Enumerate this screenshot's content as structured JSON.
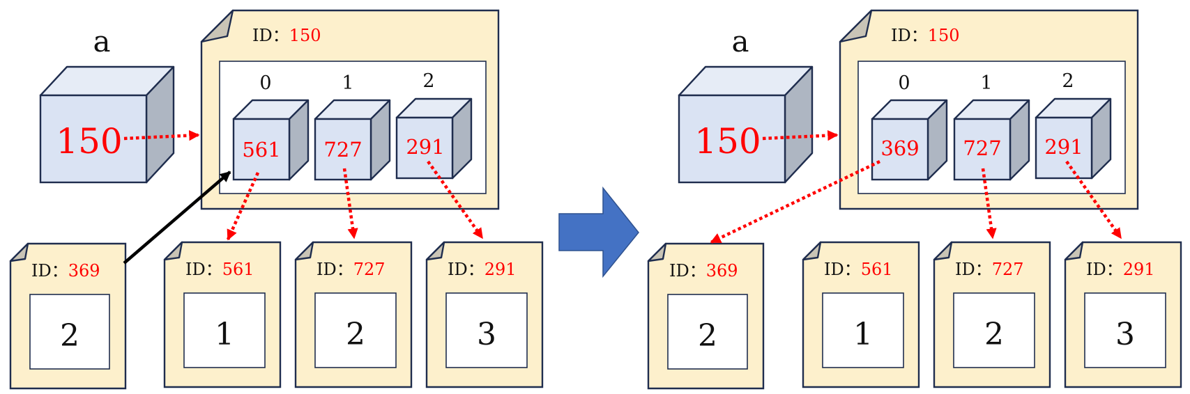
{
  "colors": {
    "document_fill": "#fdf0cc",
    "cube_fill": "#dae3f3",
    "reference_arrow": "#ff0000",
    "transition_arrow": "#4472c4"
  },
  "icons": [
    "cube-icon",
    "document-icon",
    "block-arrow-right-icon"
  ],
  "panels": [
    {
      "variable": {
        "name": "a",
        "value": "150"
      },
      "list_object": {
        "id_prefix": "ID：",
        "id": "150",
        "slots": [
          {
            "index": "0",
            "ref": "561"
          },
          {
            "index": "1",
            "ref": "727"
          },
          {
            "index": "2",
            "ref": "291"
          }
        ]
      },
      "objects": [
        {
          "id_prefix": "ID：",
          "id": "369",
          "value": "2"
        },
        {
          "id_prefix": "ID：",
          "id": "561",
          "value": "1"
        },
        {
          "id_prefix": "ID：",
          "id": "727",
          "value": "2"
        },
        {
          "id_prefix": "ID：",
          "id": "291",
          "value": "3"
        }
      ]
    },
    {
      "variable": {
        "name": "a",
        "value": "150"
      },
      "list_object": {
        "id_prefix": "ID：",
        "id": "150",
        "slots": [
          {
            "index": "0",
            "ref": "369"
          },
          {
            "index": "1",
            "ref": "727"
          },
          {
            "index": "2",
            "ref": "291"
          }
        ]
      },
      "objects": [
        {
          "id_prefix": "ID：",
          "id": "369",
          "value": "2"
        },
        {
          "id_prefix": "ID：",
          "id": "561",
          "value": "1"
        },
        {
          "id_prefix": "ID：",
          "id": "727",
          "value": "2"
        },
        {
          "id_prefix": "ID：",
          "id": "291",
          "value": "3"
        }
      ]
    }
  ]
}
